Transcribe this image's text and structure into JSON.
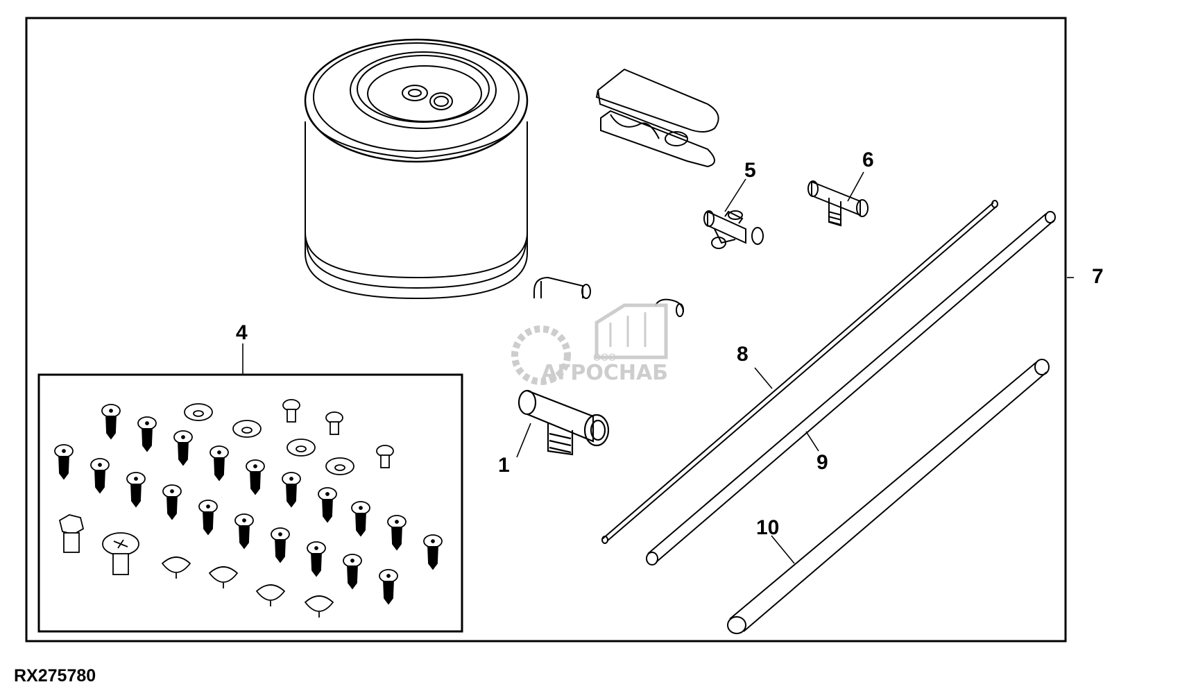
{
  "figure": {
    "reference_code": "RX275780",
    "callouts": [
      "1",
      "4",
      "5",
      "6",
      "7",
      "8",
      "9",
      "10"
    ]
  },
  "watermark": {
    "company_prefix": "ООО",
    "company_name": "АГРОСНАБ"
  },
  "colors": {
    "line": "#000000",
    "background": "#ffffff",
    "watermark": "#c8c8c8"
  }
}
